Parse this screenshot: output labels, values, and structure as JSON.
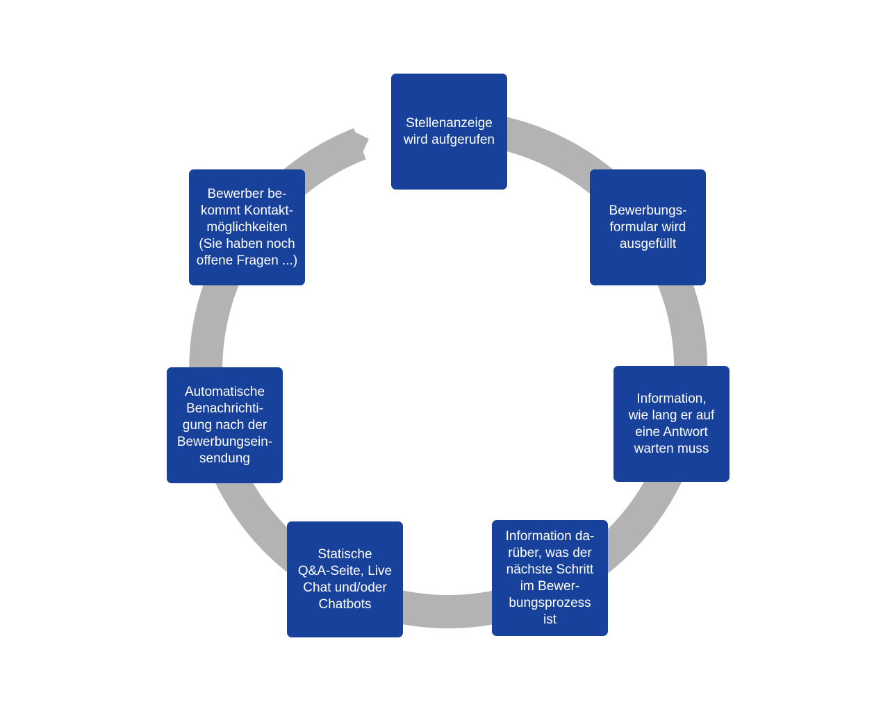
{
  "colors": {
    "box": "#17419a",
    "ring": "#b3b3b3",
    "text": "#ffffff",
    "background": "#ffffff"
  },
  "steps": [
    {
      "label": "Stellenanzeige\nwird aufgerufen"
    },
    {
      "label": "Bewerbungs-\nformular wird\nausgefüllt"
    },
    {
      "label": "Information,\nwie lang er auf\neine Antwort\nwarten muss"
    },
    {
      "label": "Information da-\nrüber, was der\nnächste Schritt\nim Bewer-\nbungsprozess\nist"
    },
    {
      "label": "Statische\nQ&A-Seite, Live\nChat und/oder\nChatbots"
    },
    {
      "label": "Automatische\nBenachrichti-\ngung nach der\nBewerbungsein-\nsendung"
    },
    {
      "label": "Bewerber be-\nkommt Kontakt-\nmöglichkeiten\n(Sie haben noch\noffene Fragen ...)"
    }
  ]
}
